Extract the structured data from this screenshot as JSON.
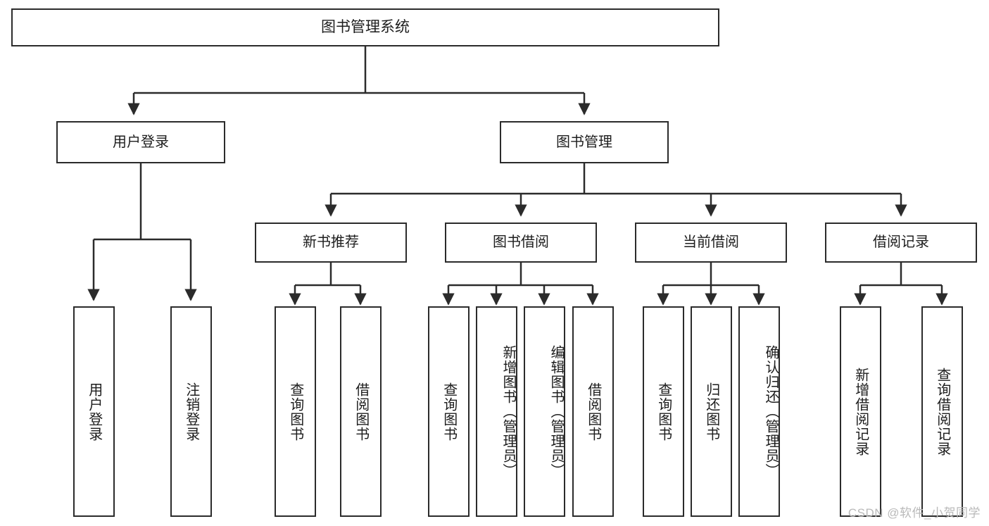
{
  "diagram": {
    "title": "图书管理系统",
    "type": "hierarchy-tree",
    "stroke_color": "#2b2b2b",
    "text_color": "#1d1d1d",
    "background": "#ffffff",
    "root": {
      "id": "root",
      "label": "图书管理系统"
    },
    "level2": [
      {
        "id": "user-login",
        "label": "用户登录"
      },
      {
        "id": "book-manage",
        "label": "图书管理"
      }
    ],
    "level3": [
      {
        "id": "new-book-rec",
        "label": "新书推荐",
        "parent": "book-manage"
      },
      {
        "id": "book-borrow",
        "label": "图书借阅",
        "parent": "book-manage"
      },
      {
        "id": "current-borrow",
        "label": "当前借阅",
        "parent": "book-manage"
      },
      {
        "id": "borrow-record",
        "label": "借阅记录",
        "parent": "book-manage"
      }
    ],
    "leaves": {
      "user-login": [
        {
          "id": "leaf-user-login",
          "label": "用户登录"
        },
        {
          "id": "leaf-user-logout",
          "label": "注销登录"
        }
      ],
      "new-book-rec": [
        {
          "id": "leaf-query-book-1",
          "label": "查询图书"
        },
        {
          "id": "leaf-borrow-book-1",
          "label": "借阅图书"
        }
      ],
      "book-borrow": [
        {
          "id": "leaf-query-book-2",
          "label": "查询图书"
        },
        {
          "id": "leaf-add-book",
          "label": "新增图书（管理员）"
        },
        {
          "id": "leaf-edit-book",
          "label": "编辑图书（管理员）"
        },
        {
          "id": "leaf-borrow-book-2",
          "label": "借阅图书"
        }
      ],
      "current-borrow": [
        {
          "id": "leaf-query-book-3",
          "label": "查询图书"
        },
        {
          "id": "leaf-return-book",
          "label": "归还图书"
        },
        {
          "id": "leaf-confirm-return",
          "label": "确认归还（管理员）"
        }
      ],
      "borrow-record": [
        {
          "id": "leaf-add-record",
          "label": "新增借阅记录"
        },
        {
          "id": "leaf-query-record",
          "label": "查询借阅记录"
        }
      ]
    }
  },
  "watermark": {
    "text": "CSDN @软件_小贺同学"
  }
}
